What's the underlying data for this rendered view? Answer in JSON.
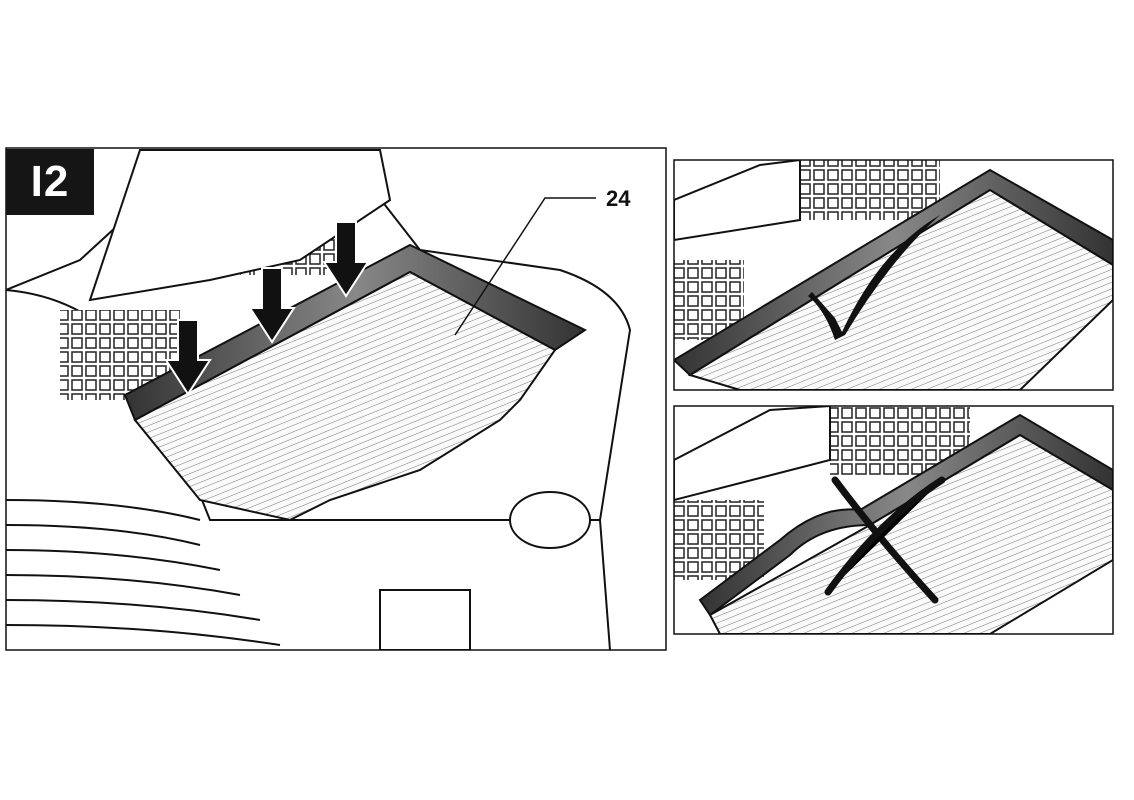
{
  "figure": {
    "label": "I2",
    "callout_number": "24"
  },
  "panels": [
    {
      "name": "main-install-view",
      "marks": [
        "arrow",
        "arrow",
        "arrow"
      ]
    },
    {
      "name": "correct-seating-view",
      "mark": "check"
    },
    {
      "name": "incorrect-seating-view",
      "mark": "cross"
    }
  ],
  "colors": {
    "line": "#111111",
    "seal": "#555555",
    "filter": "#f4f4f4"
  }
}
